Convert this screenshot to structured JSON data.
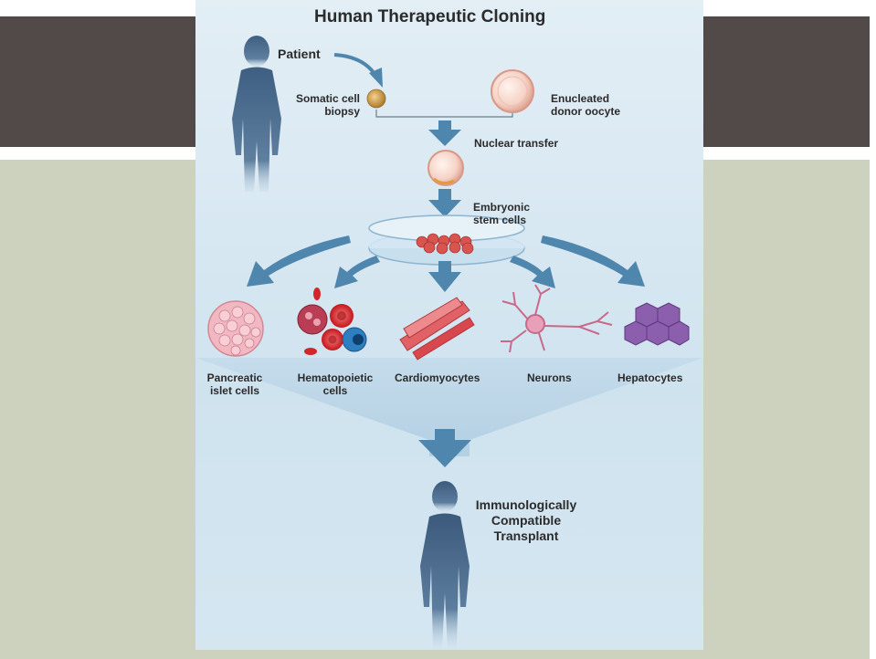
{
  "title": "Human Therapeutic Cloning",
  "labels": {
    "patient": "Patient",
    "somatic_1": "Somatic cell",
    "somatic_2": "biopsy",
    "oocyte_1": "Enucleated",
    "oocyte_2": "donor oocyte",
    "nuclear_transfer": "Nuclear transfer",
    "embryonic_1": "Embryonic",
    "embryonic_2": "stem cells",
    "pancreatic_1": "Pancreatic",
    "pancreatic_2": "islet cells",
    "hematopoietic_1": "Hematopoietic",
    "hematopoietic_2": "cells",
    "cardiomyocytes": "Cardiomyocytes",
    "neurons": "Neurons",
    "hepatocytes": "Hepatocytes",
    "result_1": "Immunologically",
    "result_2": "Compatible",
    "result_3": "Transplant"
  },
  "colors": {
    "slide_top": "#524a49",
    "slide_body": "#cdd2bf",
    "arrow": "#4f86ad"
  }
}
